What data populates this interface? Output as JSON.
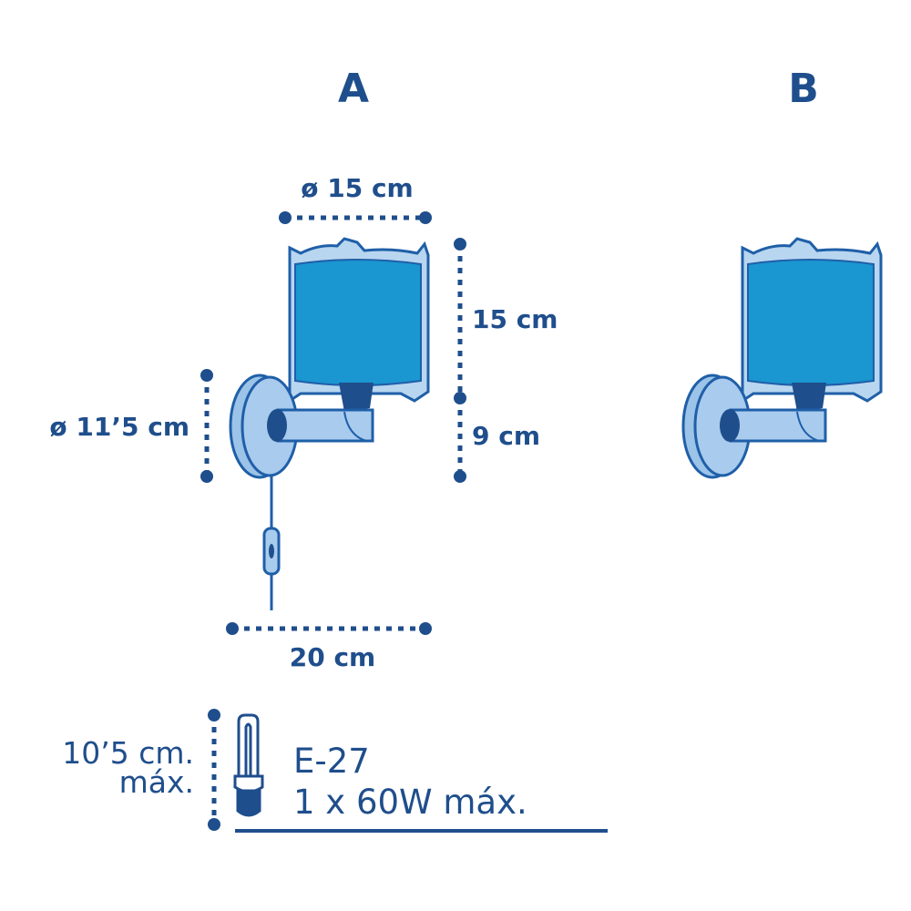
{
  "variants": {
    "a": "A",
    "b": "B"
  },
  "dimensions": {
    "shade_diameter": "ø 15 cm",
    "shade_height": "15 cm",
    "arm_height": "9 cm",
    "backplate_diameter": "ø 11’5 cm",
    "projection": "20 cm"
  },
  "bulb": {
    "max_length_line1": "10’5 cm.",
    "max_length_line2": "máx.",
    "socket": "E-27",
    "power": "1 x 60W máx."
  },
  "colors": {
    "navy": "#1f4e8c",
    "shade": "#1a96d0",
    "light": "#9cc3e8"
  }
}
